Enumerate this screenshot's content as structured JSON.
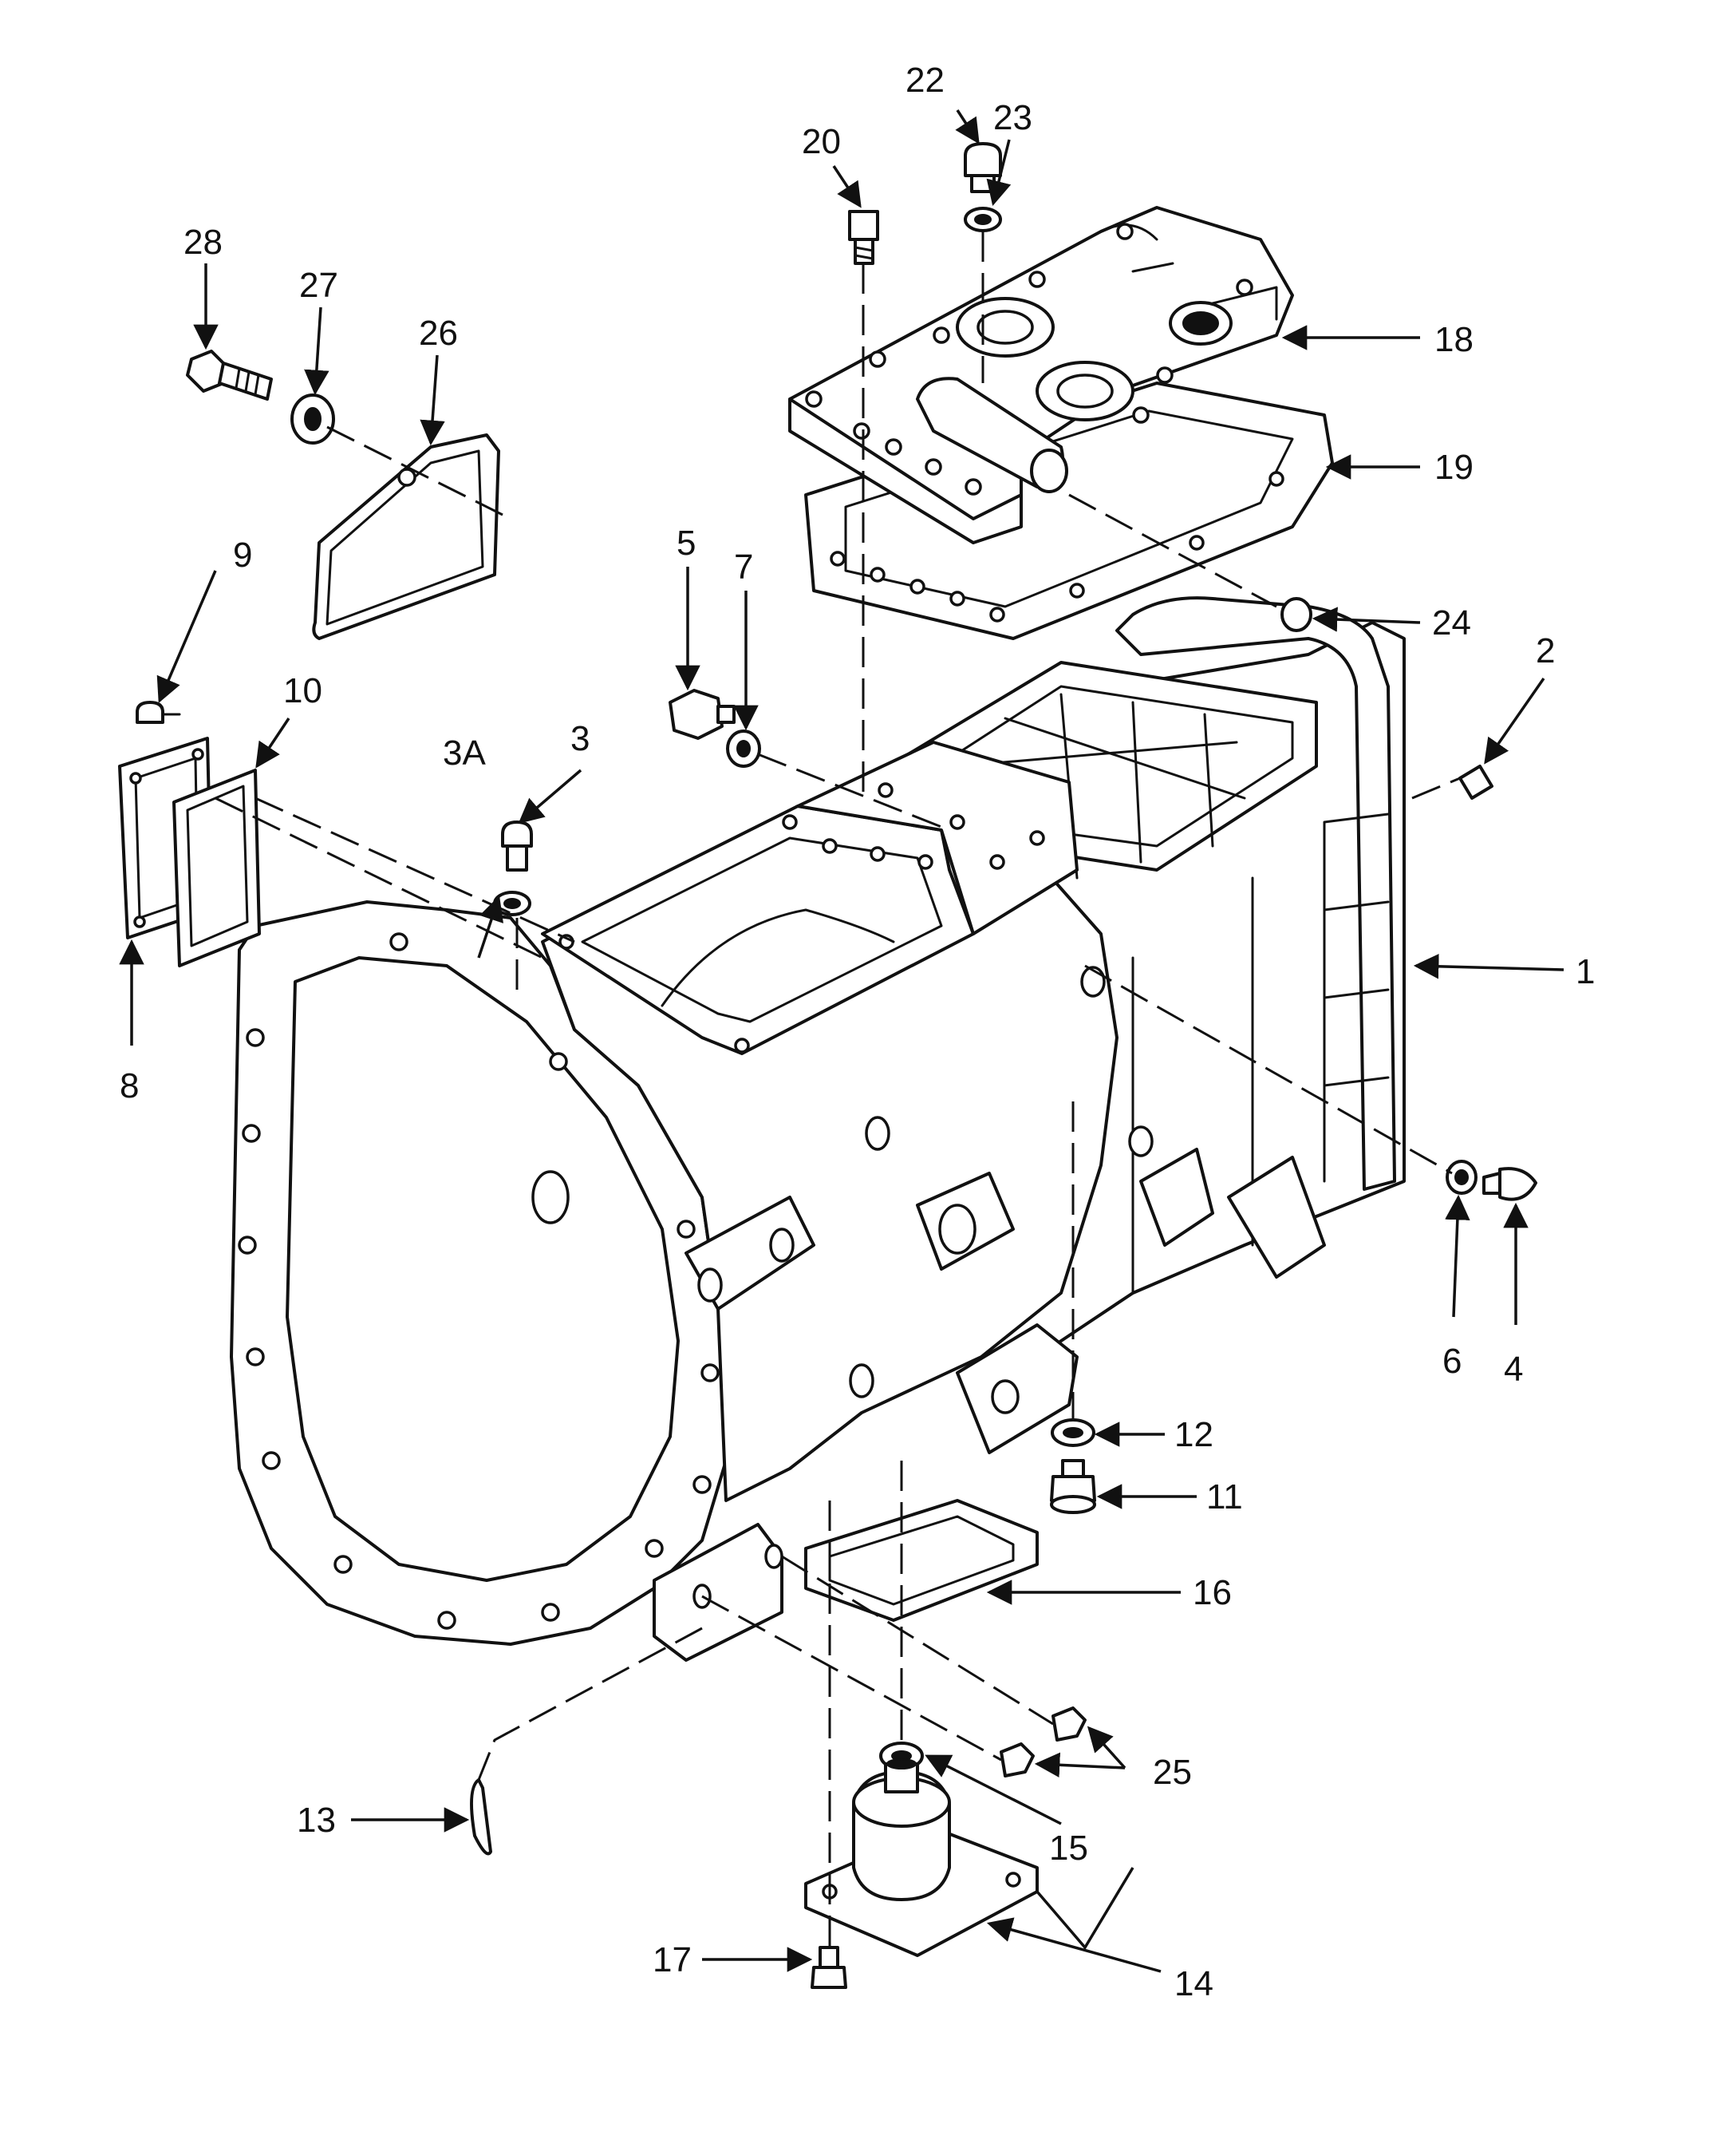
{
  "callouts": [
    {
      "id": "c1",
      "label": "1"
    },
    {
      "id": "c2",
      "label": "2"
    },
    {
      "id": "c3",
      "label": "3"
    },
    {
      "id": "c3a",
      "label": "3A"
    },
    {
      "id": "c4",
      "label": "4"
    },
    {
      "id": "c5",
      "label": "5"
    },
    {
      "id": "c6",
      "label": "6"
    },
    {
      "id": "c7",
      "label": "7"
    },
    {
      "id": "c8",
      "label": "8"
    },
    {
      "id": "c9",
      "label": "9"
    },
    {
      "id": "c10",
      "label": "10"
    },
    {
      "id": "c11",
      "label": "11"
    },
    {
      "id": "c12",
      "label": "12"
    },
    {
      "id": "c13",
      "label": "13"
    },
    {
      "id": "c14",
      "label": "14"
    },
    {
      "id": "c15",
      "label": "15"
    },
    {
      "id": "c16",
      "label": "16"
    },
    {
      "id": "c17",
      "label": "17"
    },
    {
      "id": "c18",
      "label": "18"
    },
    {
      "id": "c19",
      "label": "19"
    },
    {
      "id": "c20",
      "label": "20"
    },
    {
      "id": "c22",
      "label": "22"
    },
    {
      "id": "c23",
      "label": "23"
    },
    {
      "id": "c24",
      "label": "24"
    },
    {
      "id": "c25",
      "label": "25"
    },
    {
      "id": "c26",
      "label": "26"
    },
    {
      "id": "c27",
      "label": "27"
    },
    {
      "id": "c28",
      "label": "28"
    }
  ]
}
